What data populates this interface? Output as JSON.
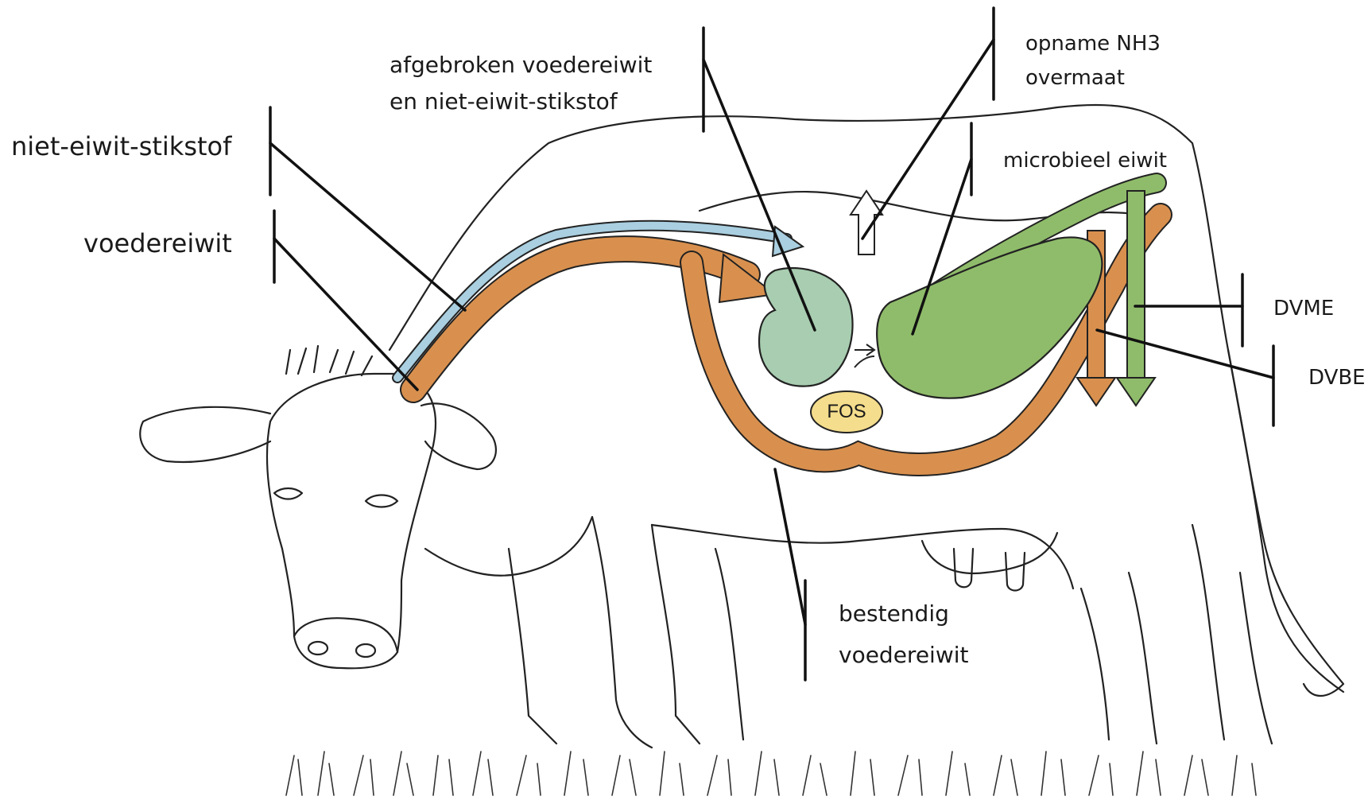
{
  "labels": {
    "niet_eiwit_stikstof": "niet-eiwit-stikstof",
    "voedereiwit": "voedereiwit",
    "afgebroken_line1": "afgebroken voedereiwit",
    "afgebroken_line2": "en niet-eiwit-stikstof",
    "opname_line1": "opname NH3",
    "opname_line2": "overmaat",
    "microbieel_eiwit": "microbieel eiwit",
    "dvme": "DVME",
    "dvbe": "DVBE",
    "bestendig_line1": "bestendig",
    "bestendig_line2": "voedereiwit",
    "fos": "FOS"
  },
  "colors": {
    "feed_protein_arrow": "#d9904e",
    "non_protein_n_arrow": "#a9cfe0",
    "rumen_small": "#a8cdb0",
    "rumen_large": "#8fbc6a",
    "microbial_arrow": "#8fbc6a",
    "fos_ellipse": "#f4dd8c",
    "outline": "#222222"
  }
}
